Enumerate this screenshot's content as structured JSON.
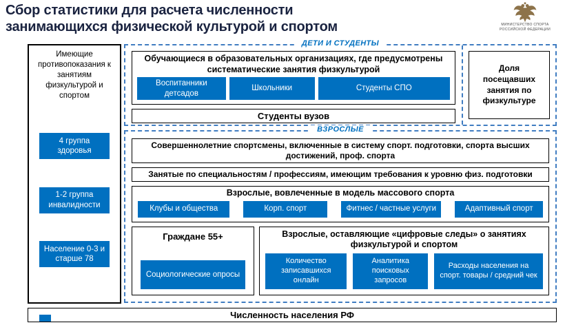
{
  "page": {
    "title_line1": "Сбор статистики для расчета численности",
    "title_line2": "занимающихся физической культурой и спортом"
  },
  "ministry": {
    "caption_line1": "МИНИСТЕРСТВО СПОРТА",
    "caption_line2": "РОССИЙСКОЙ ФЕДЕРАЦИИ"
  },
  "left_column": {
    "header": "Имеющие противопоказания к занятиям физкультурой и спортом",
    "items": [
      "4 группа здоровья",
      "1-2 группа инвалидности",
      "Население 0-3 и старше 78"
    ]
  },
  "children_section": {
    "label": "ДЕТИ И СТУДЕНТЫ",
    "edu_box": {
      "header": "Обучающиеся в образовательных организациях, где предусмотрены систематические занятия физкультурой",
      "items": [
        "Воспитанники детсадов",
        "Школьники",
        "Студенты СПО"
      ]
    },
    "universities": "Студенты вузов",
    "share_box": "Доля посещавших занятия по физкультуре"
  },
  "adults_section": {
    "label": "ВЗРОСЛЫЕ",
    "athletes": "Совершеннолетние спортсмены, включенные в систему спорт. подготовки, спорта высших достижений, проф. спорта",
    "professions": "Занятые по специальностям / профессиям, имеющим требования к уровню физ. подготовки",
    "mass_sport": {
      "header": "Взрослые, вовлеченные в модель массового спорта",
      "items": [
        "Клубы и общества",
        "Корп. спорт",
        "Фитнес / частные услуги",
        "Адаптивный спорт"
      ]
    },
    "seniors": {
      "header": "Граждане 55+",
      "item": "Социологические опросы"
    },
    "digital": {
      "header": "Взрослые, оставляющие «цифровые следы» о занятиях физкультурой и спортом",
      "items": [
        "Количество записавшихся онлайн",
        "Аналитика поисковых запросов",
        "Расходы населения на спорт. товары / средний чек"
      ]
    }
  },
  "footer": {
    "label": "Численность населения РФ"
  },
  "colors": {
    "accent_blue": "#0070C0",
    "dashed_border_blue": "#3F7CC1",
    "title_navy": "#1A2340",
    "emblem_gold": "#8D734A"
  }
}
